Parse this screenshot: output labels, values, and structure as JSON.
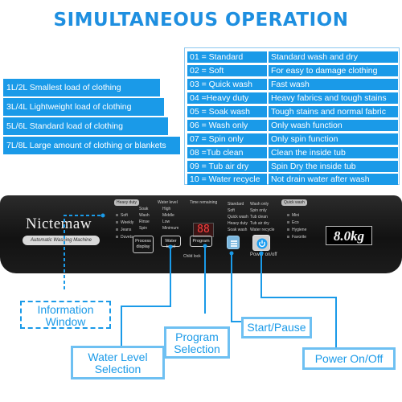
{
  "title": "SIMULTANEOUS OPERATION",
  "capacity_legend": [
    "1L/2L Smallest load of clothing",
    "3L/4L Lightweight load of clothing",
    "5L/6L Standard load of clothing",
    "7L/8L Large amount of clothing or blankets"
  ],
  "programs": [
    {
      "code": "01 = Standard",
      "desc": "Standard wash and dry"
    },
    {
      "code": "02 = Soft",
      "desc": "For easy to damage clothing"
    },
    {
      "code": "03 = Quick wash",
      "desc": "Fast wash"
    },
    {
      "code": "04 =Heavy duty",
      "desc": "Heavy fabrics and tough stains"
    },
    {
      "code": "05 = Soak wash",
      "desc": "Tough stains and normal fabric"
    },
    {
      "code": "06 = Wash only",
      "desc": "Only wash function"
    },
    {
      "code": "07 = Spin only",
      "desc": "Only spin function"
    },
    {
      "code": "08 =Tub clean",
      "desc": "Clean the inside tub"
    },
    {
      "code": "09 = Tub air dry",
      "desc": "Spin Dry the inside tub"
    },
    {
      "code": "10 = Water recycle",
      "desc": "Not drain water after wash"
    }
  ],
  "panel": {
    "brand": "Nictemaw",
    "brand_tagline": "Automatic Washing Machine",
    "capacity": "8.0kg",
    "left_pill": "Heavy duty",
    "right_pill": "Quick wash",
    "left_options": [
      "Soft",
      "Weekly",
      "Jeans",
      "Duvets"
    ],
    "level_header": "Water level",
    "level_items": [
      "Soak",
      "Wash",
      "Rinse",
      "Spin"
    ],
    "level_names": [
      "High",
      "Middle",
      "Low",
      "Minimum"
    ],
    "display_value": "88",
    "time_label": "Time remaining",
    "program_col1": [
      "Standard",
      "Soft",
      "Quick wash",
      "Heavy duty",
      "Soak wash"
    ],
    "program_col2": [
      "Wash only",
      "Spin only",
      "Tub clean",
      "Tub air dry",
      "Water recycle"
    ],
    "right_options": [
      "Mini",
      "Eco",
      "Hygiene",
      "Favorite"
    ],
    "process_display_line1": "Process",
    "process_display_line2": "display",
    "water_level_button": "Water level",
    "program_button": "Program",
    "child_lock": "Child lock",
    "power_label": "Power on/off"
  },
  "callouts": {
    "information_window_line1": "Information",
    "information_window_line2": "Window",
    "water_level_line1": "Water Level",
    "water_level_line2": "Selection",
    "program_line1": "Program",
    "program_line2": "Selection",
    "start_pause": "Start/Pause",
    "power": "Power On/Off"
  },
  "colors": {
    "accent": "#1a9ae8",
    "title": "#1e8fe0",
    "panel": "#1a1a1a"
  }
}
